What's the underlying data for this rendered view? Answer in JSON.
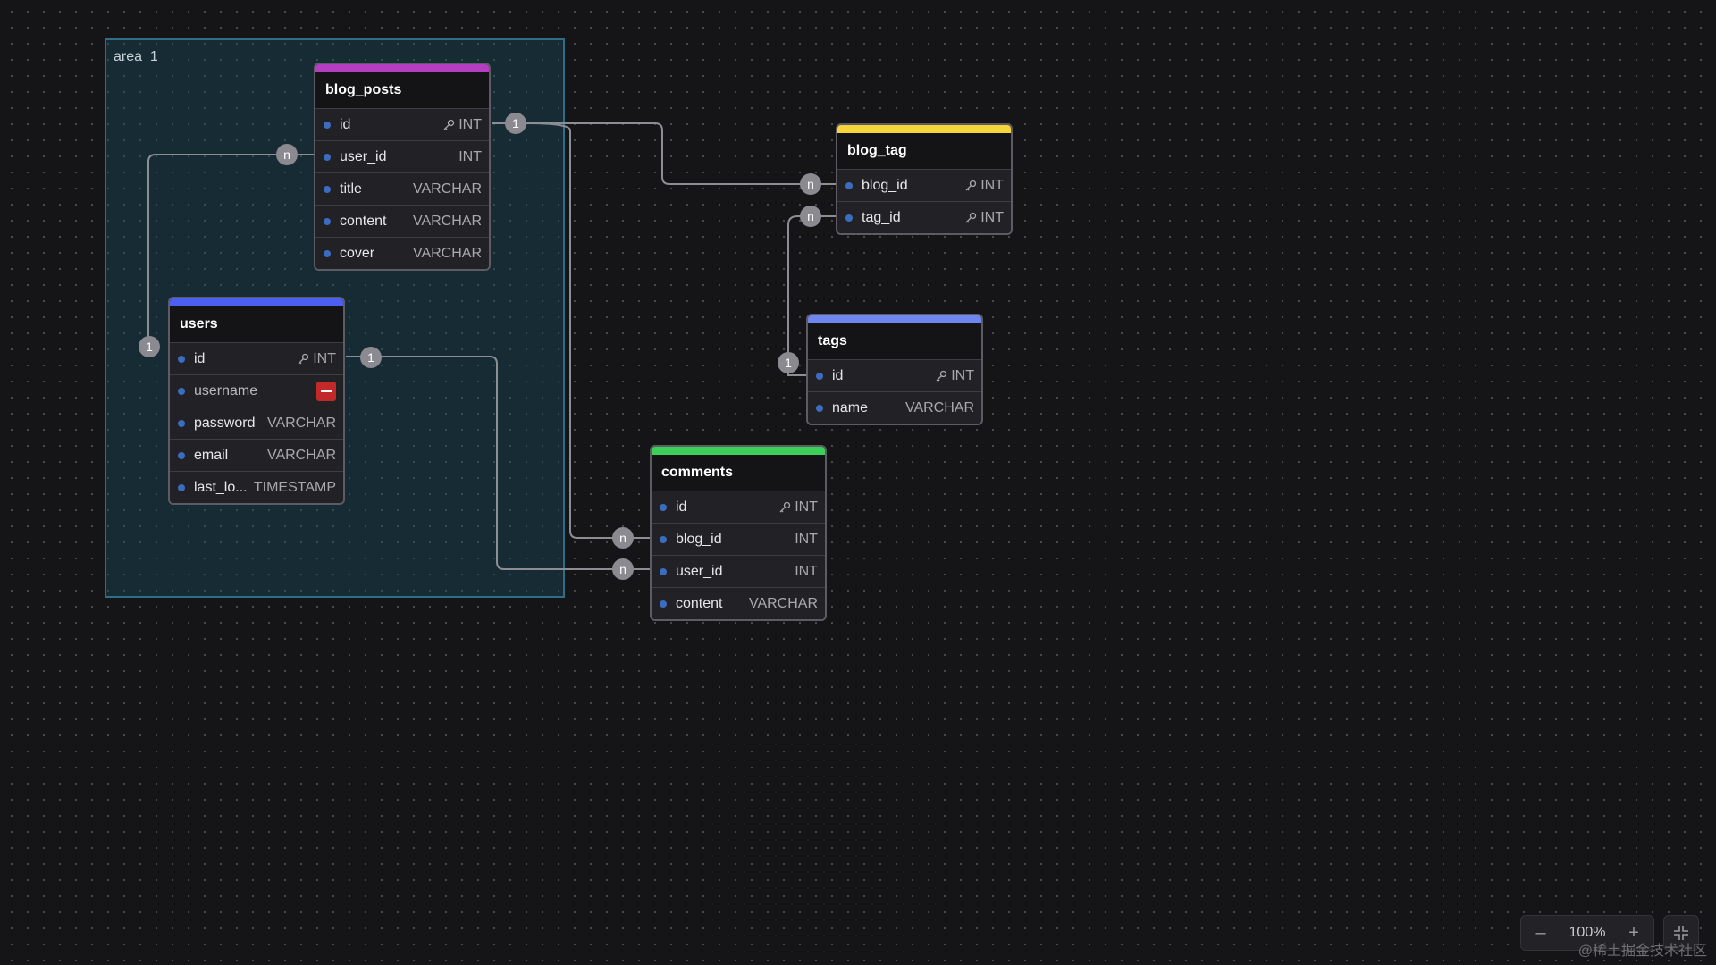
{
  "area": {
    "label": "area_1"
  },
  "tables": {
    "blog_posts": {
      "title": "blog_posts",
      "accent": "#b43dc0",
      "fields": [
        {
          "name": "id",
          "type": "INT",
          "key": true
        },
        {
          "name": "user_id",
          "type": "INT"
        },
        {
          "name": "title",
          "type": "VARCHAR"
        },
        {
          "name": "content",
          "type": "VARCHAR"
        },
        {
          "name": "cover",
          "type": "VARCHAR"
        }
      ]
    },
    "users": {
      "title": "users",
      "accent": "#4c5ff0",
      "fields": [
        {
          "name": "id",
          "type": "INT",
          "key": true
        },
        {
          "name": "username",
          "type": ""
        },
        {
          "name": "password",
          "type": "VARCHAR"
        },
        {
          "name": "email",
          "type": "VARCHAR"
        },
        {
          "name": "last_lo...",
          "type": "TIMESTAMP"
        }
      ]
    },
    "blog_tag": {
      "title": "blog_tag",
      "accent": "#f5d43c",
      "fields": [
        {
          "name": "blog_id",
          "type": "INT",
          "key": true
        },
        {
          "name": "tag_id",
          "type": "INT",
          "key": true
        }
      ]
    },
    "tags": {
      "title": "tags",
      "accent": "#6f86f0",
      "fields": [
        {
          "name": "id",
          "type": "INT",
          "key": true
        },
        {
          "name": "name",
          "type": "VARCHAR"
        }
      ]
    },
    "comments": {
      "title": "comments",
      "accent": "#3ccf5a",
      "fields": [
        {
          "name": "id",
          "type": "INT",
          "key": true
        },
        {
          "name": "blog_id",
          "type": "INT"
        },
        {
          "name": "user_id",
          "type": "INT"
        },
        {
          "name": "content",
          "type": "VARCHAR"
        }
      ]
    }
  },
  "cardinality": {
    "one": "1",
    "many": "n"
  },
  "zoom": {
    "minus_icon": "minus-icon",
    "plus_icon": "plus-icon",
    "level": "100%"
  },
  "watermark": "@稀土掘金技术社区"
}
